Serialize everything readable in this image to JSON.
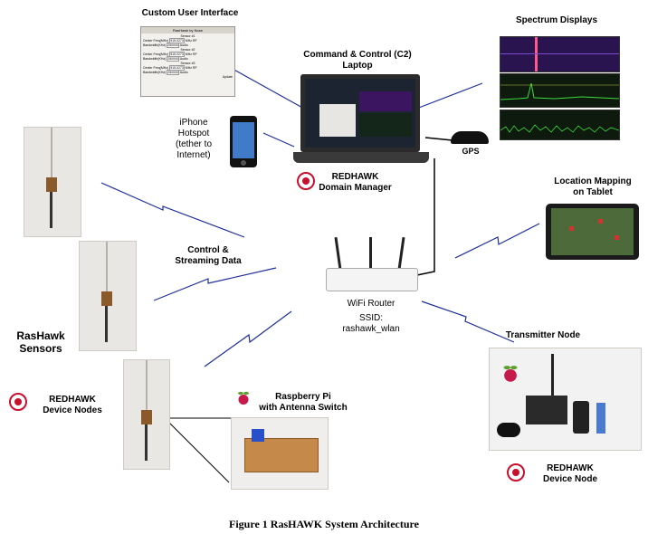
{
  "figure_caption": "Figure 1 RasHAWK System Architecture",
  "labels": {
    "custom_ui": "Custom User Interface",
    "spectrum": "Spectrum Displays",
    "c2_line1": "Command & Control (C2)",
    "c2_line2": "Laptop",
    "iphone": [
      "iPhone",
      "Hotspot",
      "(tether to",
      "Internet)"
    ],
    "gps": "GPS",
    "domain_mgr": [
      "REDHAWK",
      "Domain Manager"
    ],
    "location": [
      "Location Mapping",
      "on Tablet"
    ],
    "control": [
      "Control &",
      "Streaming Data"
    ],
    "router": "WiFi Router",
    "ssid": [
      "SSID:",
      "rashawk_wlan"
    ],
    "transmitter": "Transmitter Node",
    "sensors": [
      "RasHawk",
      "Sensors"
    ],
    "device_nodes": [
      "REDHAWK",
      "Device Nodes"
    ],
    "rpi": [
      "Raspberry Pi",
      "with Antenna Switch"
    ],
    "device_node": [
      "REDHAWK",
      "Device Node"
    ]
  },
  "ui_window": {
    "title": "RasHawk by Nose",
    "sensor_headers": [
      "Sensor #1",
      "Sensor #2",
      "Sensor #3"
    ],
    "center_freq_label": "Center Freq(MHz)",
    "center_freq_value": "915.0273",
    "unit": "MHz",
    "bandwidth_label": "Bandwidth(KHz)",
    "bandwidth_value": "250000",
    "rf_label": "RF",
    "audio_label": "Audio",
    "update_label": "Update"
  },
  "colors": {
    "link_blue": "#1f2f9a",
    "wired": "#000000",
    "redhawk_red": "#c8102e",
    "rpi_red": "#c51a4a"
  }
}
